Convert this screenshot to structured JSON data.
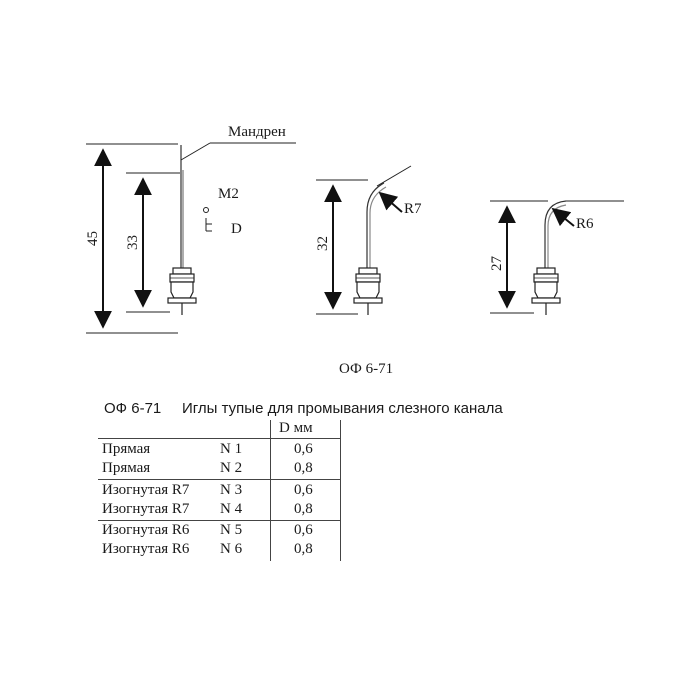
{
  "diagram": {
    "labels": {
      "mandrel": "Мандрен",
      "m2": "M2",
      "d": "D",
      "r7": "R7",
      "r6": "R6",
      "model": "ОФ 6-71"
    },
    "dimensions": {
      "overall": "45",
      "straight": "33",
      "bent_r7": "32",
      "bent_r6": "27"
    }
  },
  "table": {
    "code": "ОФ 6-71",
    "title": "Иглы тупые для промывания слезного канала",
    "column_header": "D мм",
    "rows": [
      {
        "type": "Прямая",
        "number": "N 1",
        "diameter": "0,6"
      },
      {
        "type": "Прямая",
        "number": "N 2",
        "diameter": "0,8"
      },
      {
        "type": "Изогнутая R7",
        "number": "N 3",
        "diameter": "0,6"
      },
      {
        "type": "Изогнутая R7",
        "number": "N 4",
        "diameter": "0,8"
      },
      {
        "type": "Изогнутая R6",
        "number": "N 5",
        "diameter": "0,6"
      },
      {
        "type": "Изогнутая R6",
        "number": "N 6",
        "diameter": "0,8"
      }
    ]
  }
}
